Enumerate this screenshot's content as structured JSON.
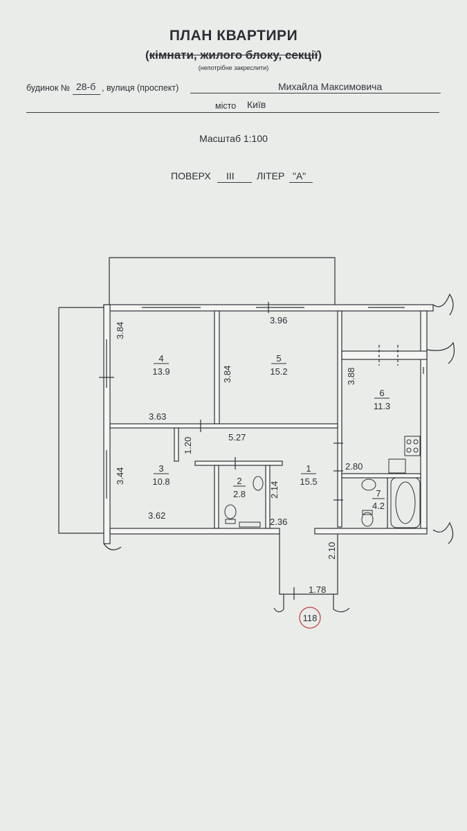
{
  "header": {
    "title": "ПЛАН КВАРТИРИ",
    "subtitle_open": "(",
    "subtitle_strike1": "кімнати, жилого блоку, секції",
    "subtitle_close": ")",
    "note": "(непотрібне закреслити)"
  },
  "address": {
    "building_label": "будинок №",
    "building_value": "28-б",
    "street_label": ", вулиця (проспект)",
    "street_value": "Михайла Максимовича",
    "city_label": "місто",
    "city_value": "Київ"
  },
  "scale": "Масштаб 1:100",
  "floor": {
    "floor_label": "ПОВЕРХ",
    "floor_value": "III",
    "liter_label": "ЛІТЕР",
    "liter_value": "\"А\""
  },
  "rooms": [
    {
      "number": "4",
      "area": "13.9"
    },
    {
      "number": "5",
      "area": "15.2"
    },
    {
      "number": "6",
      "area": "11.3"
    },
    {
      "number": "3",
      "area": "10.8"
    },
    {
      "number": "1",
      "area": "15.5"
    },
    {
      "number": "2",
      "area": "2.8"
    },
    {
      "number": "7",
      "area": "4.2"
    }
  ],
  "dimensions": {
    "d_3_84_left": "3.84",
    "d_3_96": "3.96",
    "d_3_84_mid": "3.84",
    "d_3_88": "3.88",
    "d_3_63": "3.63",
    "d_5_27": "5.27",
    "d_1_20": "1.20",
    "d_3_44": "3.44",
    "d_3_62": "3.62",
    "d_2_14": "2.14",
    "d_2_36": "2.36",
    "d_2_80": "2.80",
    "d_2_10": "2.10",
    "d_1_78": "1.78"
  },
  "stamp": "118"
}
